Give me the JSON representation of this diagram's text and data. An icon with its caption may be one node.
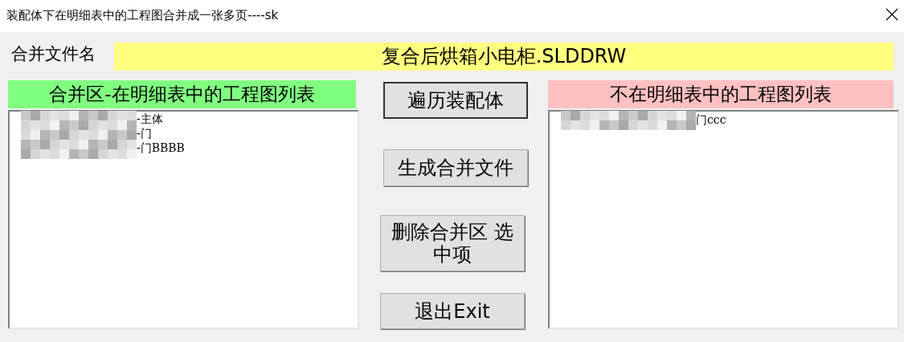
{
  "diagram": {
    "title": "装配体下在明细表中的工程图合并成一张多页----sk",
    "labels": [
      "合并文件名",
      "复合后烘箱小电柜.SLDDRW",
      "合并区-在明细表中的工程图列表",
      "-主体",
      "-门",
      "-门BBBB",
      "遍历装配体",
      "生成合并文件",
      "删除合并区 选中项",
      "退出Exit",
      "不在明细表中的工程图列表",
      "门ccc"
    ]
  }
}
